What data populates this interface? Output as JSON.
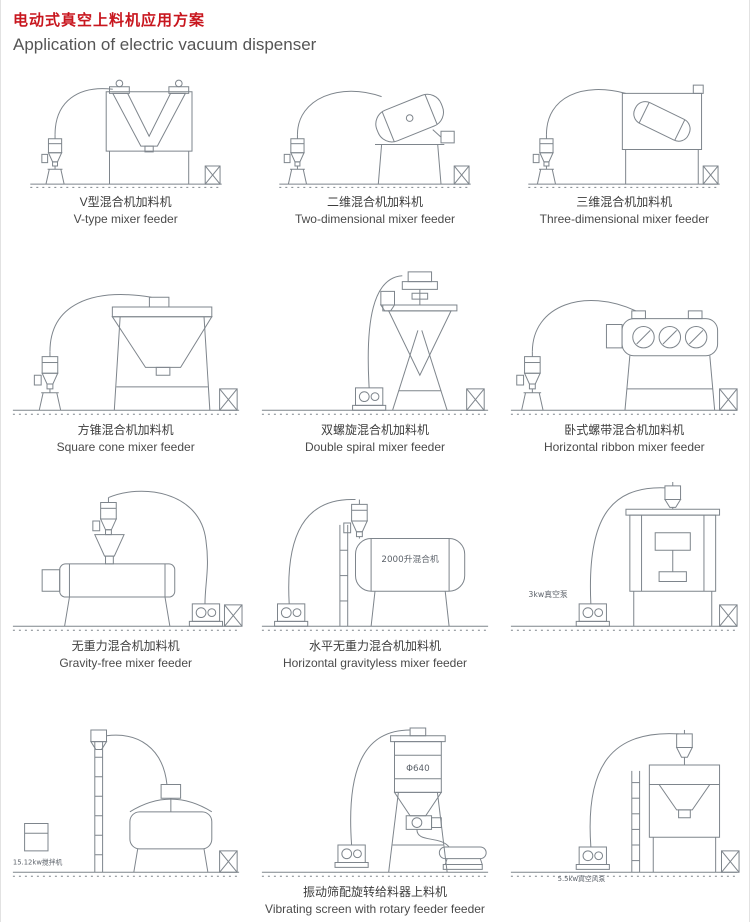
{
  "header": {
    "title_zh": "电动式真空上料机应用方案",
    "title_en": "Application of electric vacuum dispenser"
  },
  "items": [
    {
      "zh": "V型混合机加料机",
      "en": "V-type mixer feeder"
    },
    {
      "zh": "二维混合机加料机",
      "en": "Two-dimensional mixer feeder"
    },
    {
      "zh": "三维混合机加料机",
      "en": "Three-dimensional mixer feeder"
    },
    {
      "zh": "方锥混合机加料机",
      "en": "Square cone mixer feeder"
    },
    {
      "zh": "双螺旋混合机加料机",
      "en": "Double spiral mixer feeder"
    },
    {
      "zh": "卧式螺带混合机加料机",
      "en": "Horizontal ribbon mixer feeder"
    },
    {
      "zh": "无重力混合机加料机",
      "en": "Gravity-free mixer feeder"
    },
    {
      "zh": "水平无重力混合机加料机",
      "en": "Horizontal gravityless mixer feeder",
      "annotation": "2000升混合机"
    },
    {
      "zh": "",
      "en": "",
      "annotation": "3kw真空泵"
    },
    {
      "zh": "",
      "en": "",
      "annotation": "15.12kw搅拌机"
    },
    {
      "zh": "振动筛配旋转给料器上料机",
      "en": "Vibrating screen with rotary feeder feeder",
      "annotation": "Φ640"
    },
    {
      "zh": "",
      "en": "",
      "annotation": "5.5kw真空风泵"
    }
  ],
  "colors": {
    "accent_red": "#c8161e",
    "line_gray": "#7e858c",
    "text_gray": "#4a4a4a"
  }
}
